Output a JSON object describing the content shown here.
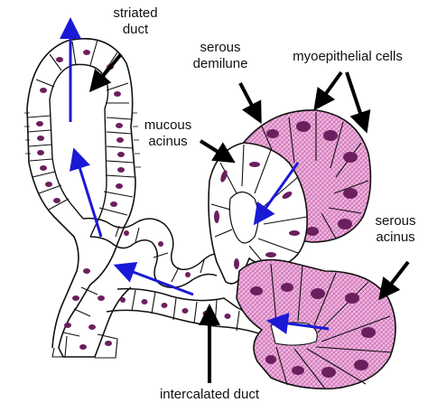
{
  "labels": {
    "striated_duct_1": "striated",
    "striated_duct_2": "duct",
    "serous_demilune_1": "serous",
    "serous_demilune_2": "demilune",
    "myoepithelial": "myoepithelial cells",
    "mucous_acinus_1": "mucous",
    "mucous_acinus_2": "acinus",
    "serous_acinus_1": "serous",
    "serous_acinus_2": "acinus",
    "intercalated_duct": "intercalated duct"
  },
  "colors": {
    "serous_fill": "#f2b6e2",
    "nucleus": "#6b1f5e",
    "outline": "#111111",
    "flow_arrow": "#1a1ad6",
    "pointer_arrow": "#000000"
  }
}
